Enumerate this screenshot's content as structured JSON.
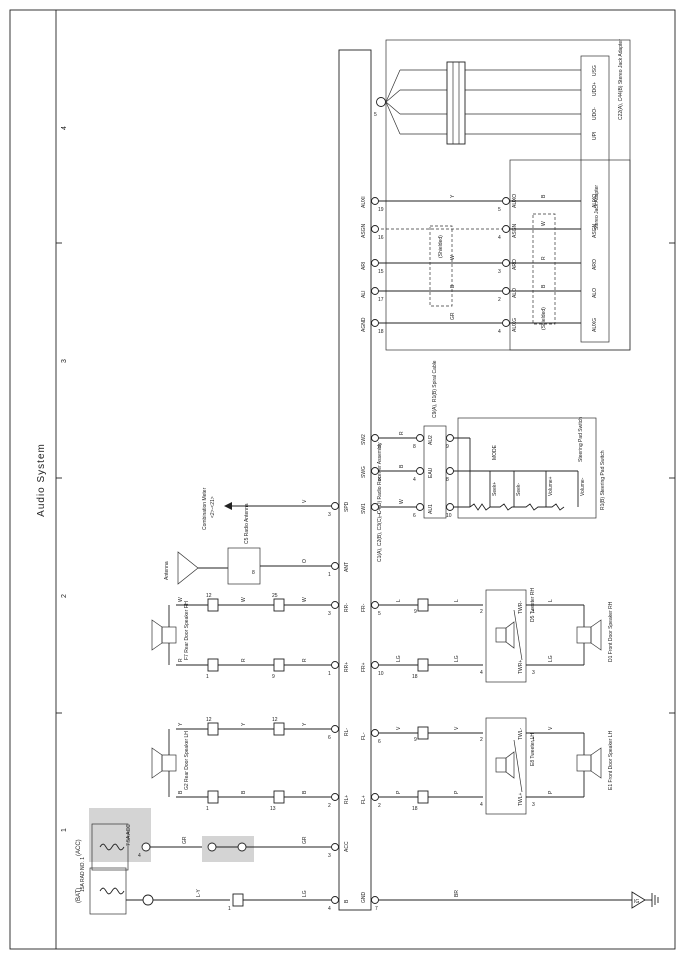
{
  "title": "Audio System",
  "zones": [
    "1",
    "2",
    "3",
    "4"
  ],
  "batt": {
    "source": "(BAT)",
    "fuse": "15A RAD NO. 1",
    "wire": "L-Y",
    "j_pin": "1",
    "b_wire": "LG",
    "b_pin": "B",
    "b_num": "4"
  },
  "acc": {
    "source": "(ACC)",
    "fuse": "7.5A ACC",
    "j_pin": "4",
    "wire": "GR",
    "pin": "ACC",
    "num": "3"
  },
  "gnd": {
    "pin": "GND",
    "num": "7",
    "wire": "BR",
    "gnd_label": "IG"
  },
  "radio": {
    "name": "C1(A), C2(B), C3(C), C4(D) Radio Receiver Assembly"
  },
  "rear_lh": {
    "name": "G2 Rear Door Speaker LH",
    "pin_a": "RL+",
    "pin_b": "RL-",
    "wire_a": "B",
    "wire_b": "Y",
    "num_a": "2",
    "num_b": "6",
    "c1": "13",
    "c2": "12",
    "c3": "1",
    "c4": "12"
  },
  "rear_rh": {
    "name": "F7 Rear Door Speaker RH",
    "pin_a": "RR+",
    "pin_b": "RR-",
    "wire_a": "R",
    "wire_b": "W",
    "num_a": "1",
    "num_b": "3",
    "c1": "9",
    "c2": "25",
    "c3": "1",
    "c4": "12"
  },
  "tw_lh": {
    "name": "E8 Tweeter LH",
    "pin_a": "FL+",
    "pin_b": "FL-",
    "wire_a": "P",
    "wire_b": "V",
    "num_a": "2",
    "num_b": "6",
    "twa": "TWL+",
    "twb": "TWL-",
    "c1": "18",
    "c2": "9",
    "t1": "4",
    "t2": "2",
    "t3": "3",
    "t4": "1"
  },
  "tw_rh": {
    "name": "D5 Tweeter RH",
    "pin_a": "FR+",
    "pin_b": "FR-",
    "wire_a": "LG",
    "wire_b": "L",
    "num_a": "10",
    "num_b": "5",
    "twa": "TWR+",
    "twb": "TWR-",
    "c1": "18",
    "c2": "9",
    "t1": "4",
    "t2": "2",
    "t3": "3",
    "t4": "1"
  },
  "front_lh": {
    "name": "E1 Front Door Speaker LH",
    "w1": "P",
    "w2": "V"
  },
  "front_rh": {
    "name": "D1 Front Door Speaker RH",
    "w1": "LG",
    "w2": "L"
  },
  "antenna": {
    "label": "Antenna",
    "box": "C5 Radio Antenna",
    "pin": "8",
    "wire": "O",
    "ant_pin": "ANT",
    "num": "1"
  },
  "spd": {
    "pin": "SPD",
    "num": "3",
    "wire": "V",
    "dest": "Combination Meter",
    "ref": "<2>-<21>"
  },
  "sw": {
    "pins": [
      "SW1",
      "SWG",
      "SW2"
    ],
    "nums": [
      "7",
      "8",
      "8"
    ],
    "wires": [
      "W",
      "B",
      "R"
    ],
    "cable": "C9(A), R1(B) Spiral Cable",
    "cable_pins": [
      "AU1",
      "EAU",
      "AU2"
    ],
    "cable_nums": [
      "10",
      "8",
      "9"
    ],
    "cable_nums2": [
      "6",
      "4",
      "8"
    ],
    "pad": "Steering Pad Switch",
    "pad_name": "R1(B) Steering Pad Switch",
    "buttons": [
      "Seek+",
      "Seek-",
      "Volume+",
      "Volume-",
      "MODE"
    ]
  },
  "aux": {
    "pins": [
      "AUXI",
      "ASGN",
      "ARI",
      "ALI",
      "AGND"
    ],
    "nums": [
      "19",
      "16",
      "15",
      "17",
      "18"
    ],
    "wires": [
      "Y",
      "",
      "W",
      "B",
      "GR"
    ],
    "wires2": [
      "B",
      "W",
      "R",
      "B",
      ""
    ],
    "jpins": [
      "AUXO",
      "ASGN",
      "ARO",
      "ALO",
      "AUXG"
    ],
    "jnums": [
      "5",
      "4",
      "3",
      "2",
      "4"
    ],
    "shield": "(Shielded)",
    "jack": "C22(A), C44(B) Stereo Jack Adapter",
    "adapter": "Stereo Jack Adapter",
    "top_pins": [
      "UPI",
      "UDO-",
      "UDO+",
      "USG"
    ],
    "top_num": "5"
  }
}
